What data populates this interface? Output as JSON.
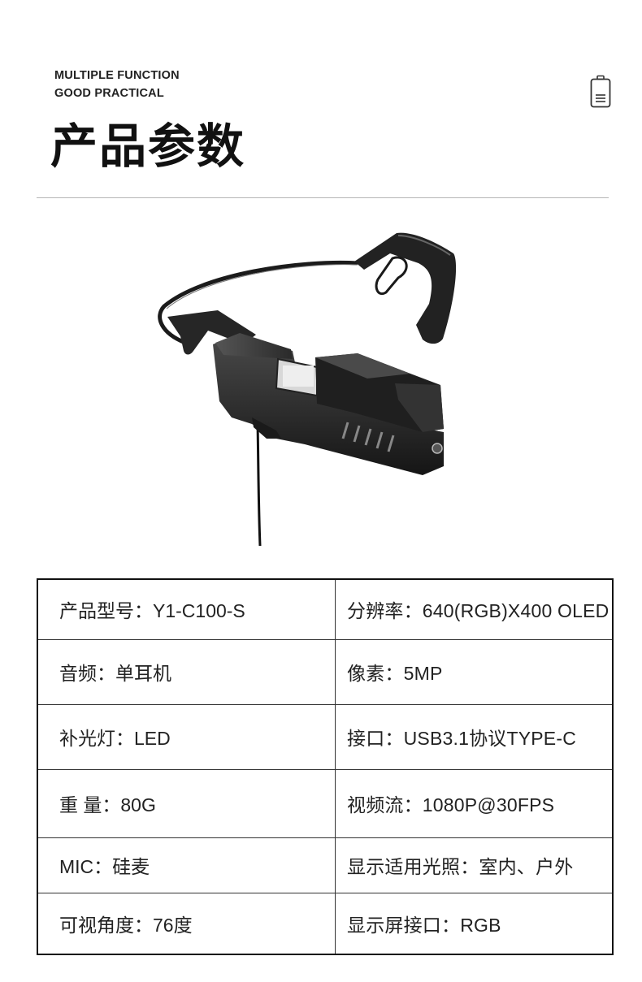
{
  "header": {
    "tagline_line1": "MULTIPLE FUNCTION",
    "tagline_line2": "GOOD PRACTICAL",
    "title": "产品参数",
    "icon": "battery-icon"
  },
  "product_image": {
    "subject": "headset-camera-device"
  },
  "specs": {
    "rows": [
      {
        "left": "产品型号：Y1-C100-S",
        "right": "分辨率：640(RGB)X400 OLED"
      },
      {
        "left": "音频：单耳机",
        "right": "像素：5MP"
      },
      {
        "left": "补光灯：LED",
        "right": "接口：USB3.1协议TYPE-C"
      },
      {
        "left": "重 量：80G",
        "right": "视频流：1080P@30FPS"
      },
      {
        "left": "MIC：硅麦",
        "right": "显示适用光照：室内、户外"
      },
      {
        "left": "可视角度：76度",
        "right": "显示屏接口：RGB"
      }
    ]
  }
}
